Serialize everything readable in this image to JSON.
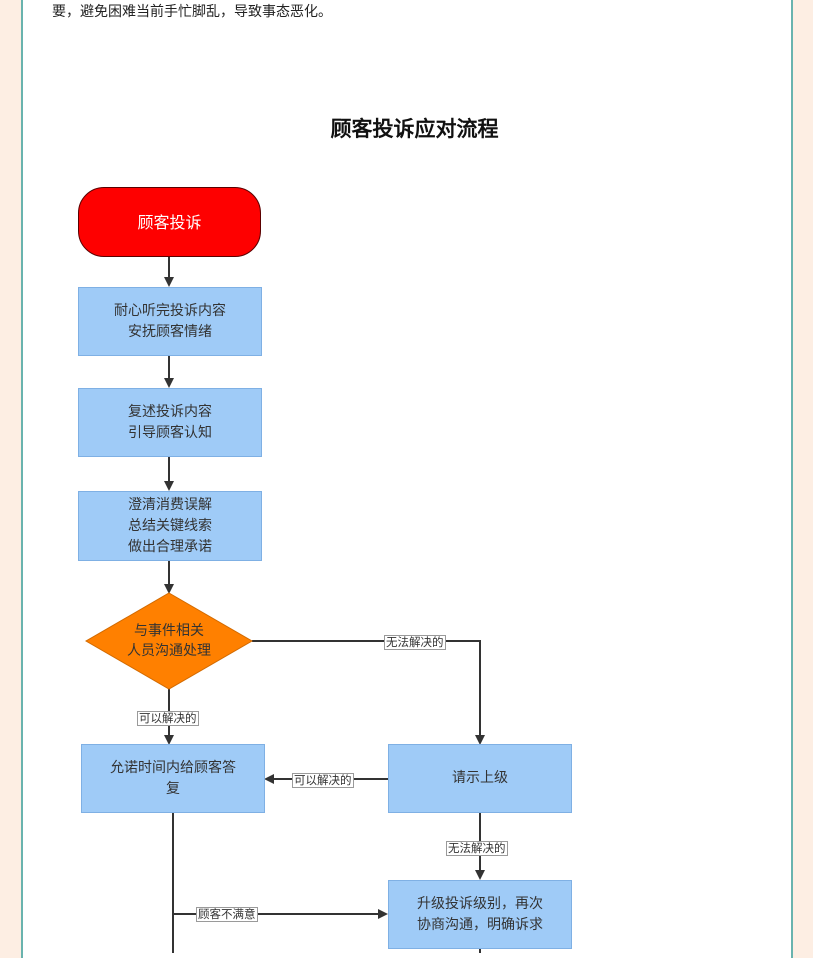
{
  "intro_text": "要，避免困难当前手忙脚乱，导致事态恶化。",
  "flowchart": {
    "title": "顾客投诉应对流程",
    "start": "顾客投诉",
    "step1": "耐心听完投诉内容\n安抚顾客情绪",
    "step2": "复述投诉内容\n引导顾客认知",
    "step3": "澄清消费误解\n总结关键线索\n做出合理承诺",
    "decision": "与事件相关\n人员沟通处理",
    "reply": "允诺时间内给顾客答\n复",
    "escalate": "请示上级",
    "upgrade": "升级投诉级别，再次\n协商沟通，明确诉求",
    "labels": {
      "cannot_resolve_1": "无法解决的",
      "can_resolve_1": "可以解决的",
      "can_resolve_2": "可以解决的",
      "cannot_resolve_2": "无法解决的",
      "not_satisfied": "顾客不满意"
    },
    "colors": {
      "start_fill": "#fe0000",
      "process_fill": "#9fcbf7",
      "decision_fill": "#ff8000",
      "background": "#fdeee3",
      "border": "#69b3ae"
    }
  }
}
